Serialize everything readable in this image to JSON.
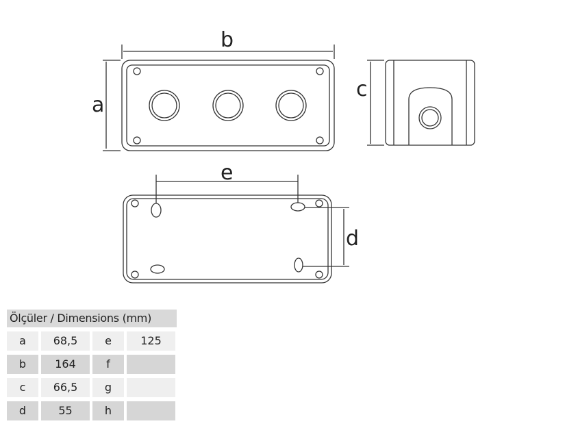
{
  "drawing": {
    "labels": {
      "a": "a",
      "b": "b",
      "c": "c",
      "d": "d",
      "e": "e"
    }
  },
  "table": {
    "title": "Ölçüler / Dimensions (mm)",
    "rows": [
      {
        "k1": "a",
        "v1": "68,5",
        "k2": "e",
        "v2": "125"
      },
      {
        "k1": "b",
        "v1": "164",
        "k2": "f",
        "v2": ""
      },
      {
        "k1": "c",
        "v1": "66,5",
        "k2": "g",
        "v2": ""
      },
      {
        "k1": "d",
        "v1": "55",
        "k2": "h",
        "v2": ""
      }
    ]
  }
}
